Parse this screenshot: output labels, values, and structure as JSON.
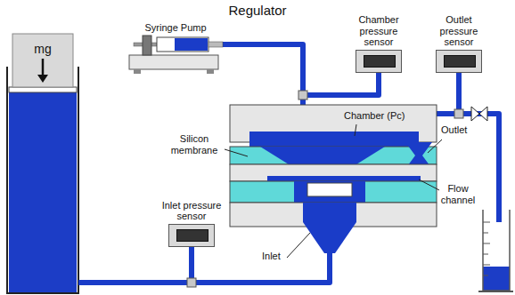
{
  "diagram": {
    "title": "Regulator",
    "nodes": [
      {
        "text": [
          "Chamber pressure sensor"
        ]
      },
      {
        "text": [
          "Outlet pressure sensor"
        ]
      },
      {
        "text": [
          "Inlet pressure sensor"
        ]
      }
    ],
    "labels": [
      "mg",
      "Syringe Pump",
      "Chamber (Pc)",
      "Silicon membrane",
      "Outlet",
      "Flow channel",
      "Inlet"
    ]
  }
}
